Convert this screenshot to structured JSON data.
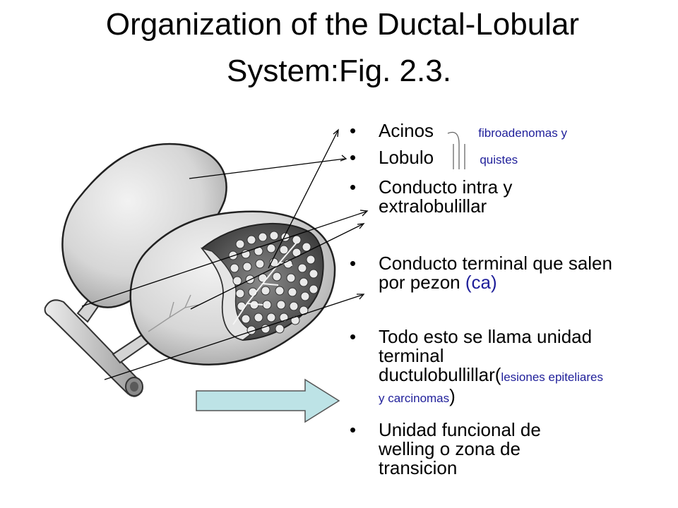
{
  "title": {
    "line1": "Organization of the Ductal-Lobular",
    "line2": "System:Fig. 2.3."
  },
  "bullets": [
    {
      "text": "Acinos",
      "note": "fibroadenomas y"
    },
    {
      "text": "Lobulo",
      "note": "quistes"
    },
    {
      "text": "Conducto intra y extralobulillar"
    },
    {
      "text": "Conducto terminal que salen por pezon",
      "note": "(ca)"
    },
    {
      "text": "Todo esto se llama unidad terminal ductulobullillar(",
      "note": "lesiones epiteliares y carcinomas",
      "suffix": ")"
    },
    {
      "text": "Unidad funcional de welling o zona de transicion"
    }
  ],
  "colors": {
    "note_text": "#1f1f9a",
    "arrow_fill": "#bde3e6",
    "lobule_fill": "#dcdcdc",
    "duct_fill": "#d9d9d9"
  },
  "icons": {
    "bullet": "•",
    "arrow": "right-arrow-icon",
    "brace": "right-brace-icon"
  }
}
